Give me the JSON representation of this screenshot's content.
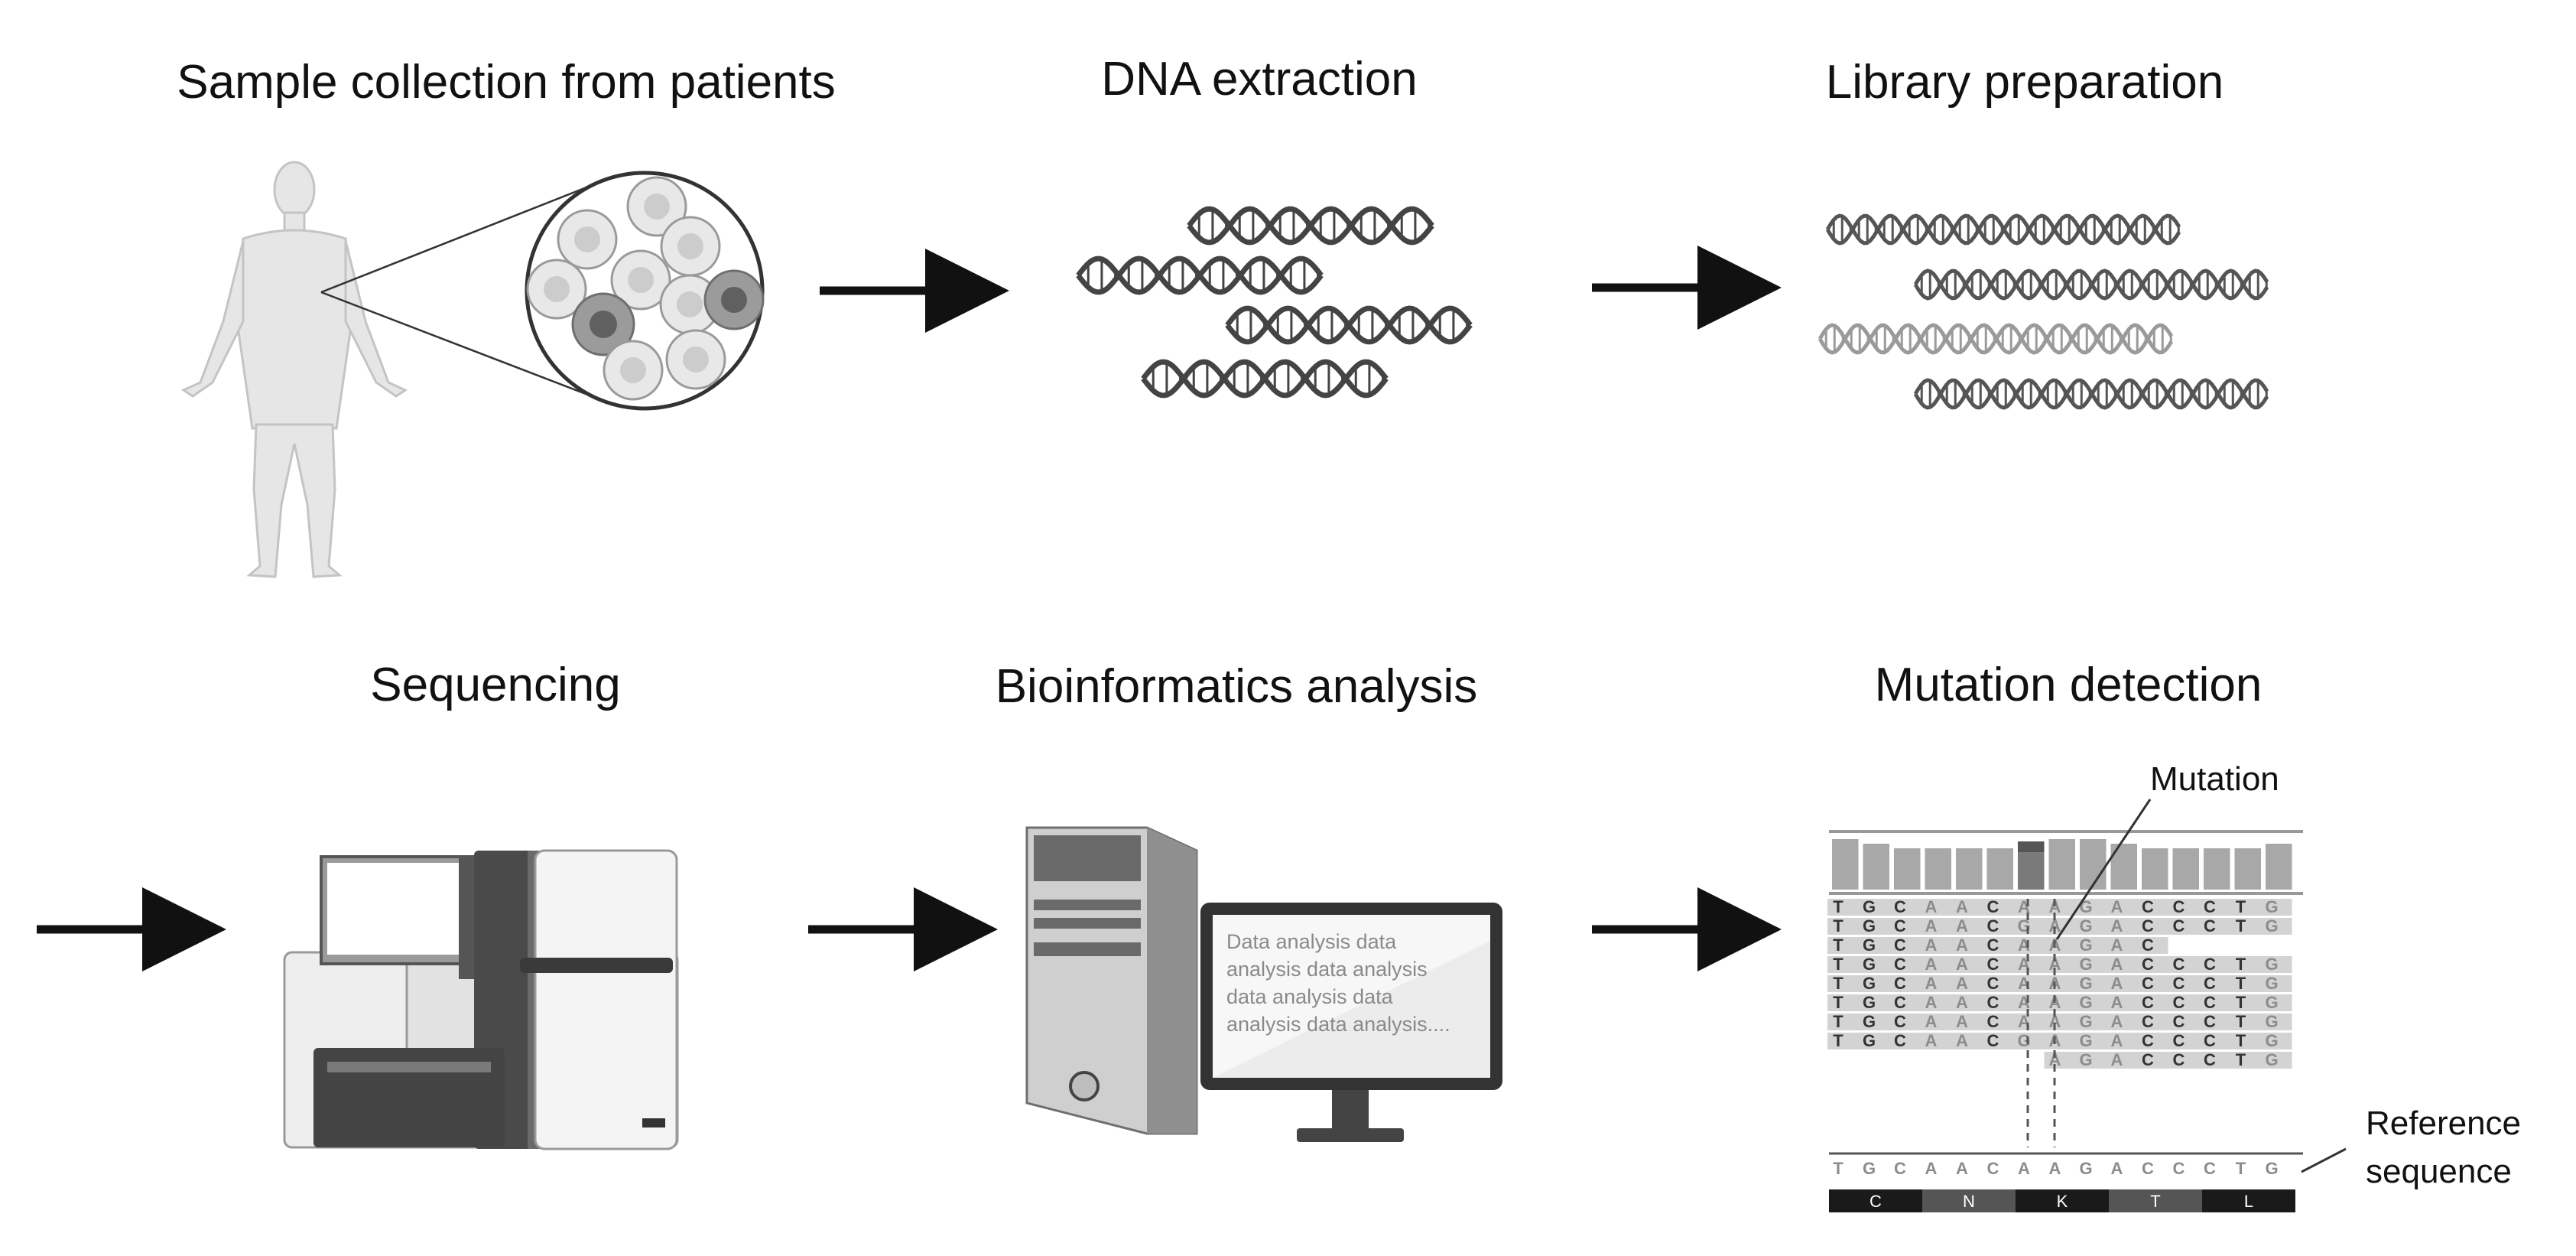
{
  "steps": [
    {
      "id": "sample",
      "title": "Sample collection from patients"
    },
    {
      "id": "dna",
      "title": "DNA extraction"
    },
    {
      "id": "library",
      "title": "Library preparation"
    },
    {
      "id": "sequencing",
      "title": "Sequencing"
    },
    {
      "id": "bioinfo",
      "title": "Bioinformatics analysis"
    },
    {
      "id": "mutation",
      "title": "Mutation detection"
    }
  ],
  "monitor": {
    "lines": [
      "Data analysis data",
      "analysis data analysis",
      "data analysis data",
      "analysis data analysis...."
    ]
  },
  "alignment": {
    "mutation_label": "Mutation",
    "reference_label": [
      "Reference",
      "sequence"
    ],
    "reference_bases": [
      "T",
      "G",
      "C",
      "A",
      "A",
      "C",
      "A",
      "A",
      "G",
      "A",
      "C",
      "C",
      "C",
      "T",
      "G"
    ],
    "reads": [
      [
        "T",
        "G",
        "C",
        "A",
        "A",
        "C",
        "A",
        "A",
        "G",
        "A",
        "C",
        "C",
        "C",
        "T",
        "G"
      ],
      [
        "T",
        "G",
        "C",
        "A",
        "A",
        "C",
        "G",
        "A",
        "G",
        "A",
        "C",
        "C",
        "C",
        "T",
        "G"
      ],
      [
        "T",
        "G",
        "C",
        "A",
        "A",
        "C",
        "A",
        "A",
        "G",
        "A",
        "C",
        "",
        "",
        "",
        ""
      ],
      [
        "T",
        "G",
        "C",
        "A",
        "A",
        "C",
        "A",
        "A",
        "G",
        "A",
        "C",
        "C",
        "C",
        "T",
        "G"
      ],
      [
        "T",
        "G",
        "C",
        "A",
        "A",
        "C",
        "A",
        "A",
        "G",
        "A",
        "C",
        "C",
        "C",
        "T",
        "G"
      ],
      [
        "T",
        "G",
        "C",
        "A",
        "A",
        "C",
        "A",
        "A",
        "G",
        "A",
        "C",
        "C",
        "C",
        "T",
        "G"
      ],
      [
        "T",
        "G",
        "C",
        "A",
        "A",
        "C",
        "A",
        "A",
        "G",
        "A",
        "C",
        "C",
        "C",
        "T",
        "G"
      ],
      [
        "T",
        "G",
        "C",
        "A",
        "A",
        "C",
        "G",
        "A",
        "G",
        "A",
        "C",
        "C",
        "C",
        "T",
        "G"
      ],
      [
        "",
        "",
        "",
        "",
        "",
        "",
        "",
        "",
        "A",
        "G",
        "A",
        "C",
        "C",
        "C",
        "T",
        "G"
      ]
    ],
    "amino_acids": [
      "C",
      "N",
      "K",
      "T",
      "L"
    ]
  },
  "colors": {
    "arrow": "#111111",
    "figure": "#e3e3e3",
    "dna": "#444444"
  }
}
